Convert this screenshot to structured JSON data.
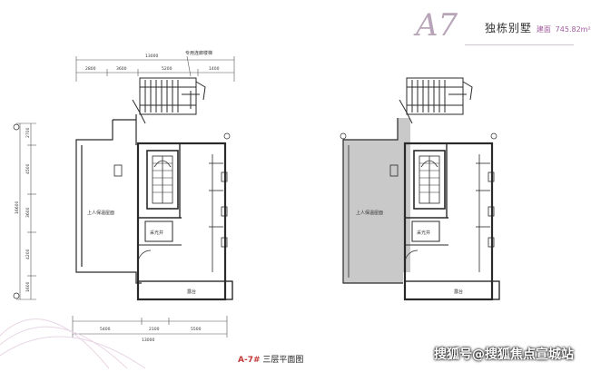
{
  "brand": {
    "model": "A7",
    "type": "独栋别墅",
    "area_prefix": "建面",
    "area": "745.82m²"
  },
  "caption": {
    "code": "A-7#",
    "title": "三层平面图"
  },
  "labels": {
    "top_note": "专用连廊楼梯",
    "roof_left": "上人保温屋面",
    "roof_right": "上人保温屋面",
    "lightwell_left": "采光井",
    "lightwell_right": "采光井",
    "terrace_left": "露台",
    "terrace_right": "露台"
  },
  "dimensions": {
    "top_total": "13000",
    "top_segments": [
      "2800",
      "3600",
      "5200",
      "1400"
    ],
    "left_total": "16600",
    "left_segments": [
      "2700",
      "4500",
      "3600",
      "4200",
      "1600"
    ],
    "bottom_total": "13000",
    "bottom_segments": [
      "5400",
      "2100",
      "5500"
    ]
  },
  "colors": {
    "wall": "#2a2a2a",
    "roof_shade": "#c9c9c9",
    "dim": "#555555",
    "brand": "#b8a4b8",
    "accent": "#c43a3a"
  },
  "watermark": "搜狐号@搜狐焦点宣城站"
}
